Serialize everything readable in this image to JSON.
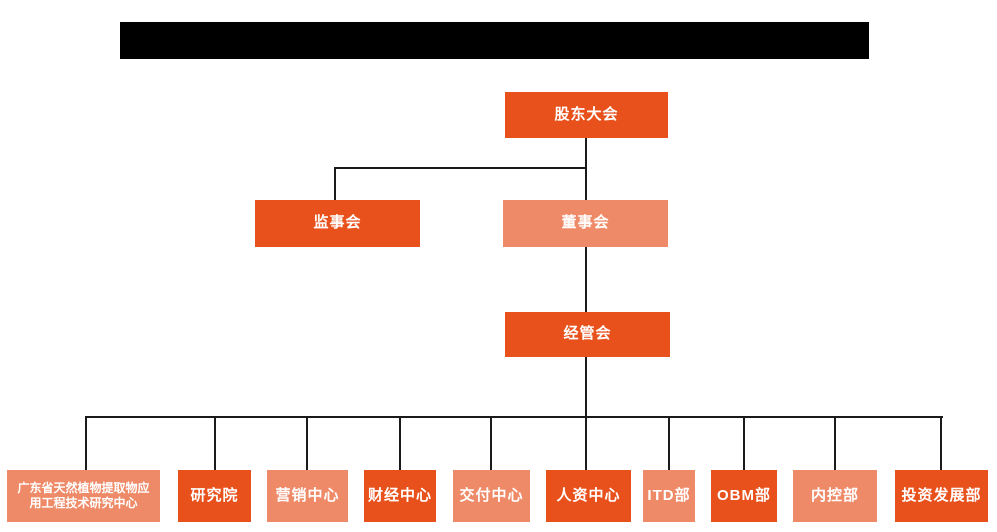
{
  "colors": {
    "page_bg": "#ffffff",
    "primary": "#e8511c",
    "secondary": "#ee8a67",
    "line": "#1a1a1a",
    "text_on_node": "#ffffff",
    "redacted": "#000000"
  },
  "org_chart": {
    "type": "organization-hierarchy",
    "title_bar": {
      "redacted": true,
      "text": ""
    },
    "root": {
      "label": "股东大会"
    },
    "level2": [
      {
        "label": "监事会"
      },
      {
        "label": "董事会"
      }
    ],
    "level3": {
      "label": "经管会"
    },
    "departments": [
      {
        "label": "广东省天然植物提取物应用工程技术研究中心"
      },
      {
        "label": "研究院"
      },
      {
        "label": "营销中心"
      },
      {
        "label": "财经中心"
      },
      {
        "label": "交付中心"
      },
      {
        "label": "人资中心"
      },
      {
        "label": "ITD部"
      },
      {
        "label": "OBM部"
      },
      {
        "label": "内控部"
      },
      {
        "label": "投资发展部"
      }
    ]
  }
}
